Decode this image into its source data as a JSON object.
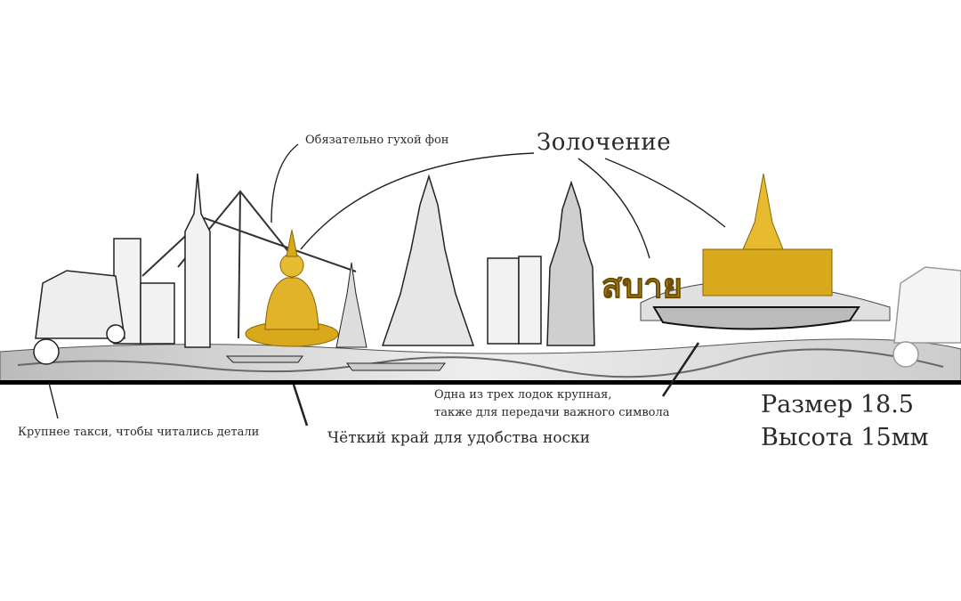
{
  "illustration": {
    "thai_lettering": "สบาย",
    "colors": {
      "gold": "#d9a91c",
      "gold_dark": "#a67a0a",
      "ink": "#1a1a1a",
      "shade": "#9a9a9a",
      "band": "#000000"
    }
  },
  "annotations": {
    "background_note": "Обязательно гухой фон",
    "gilding": "Золочение",
    "boat_note_line1": "Одна из трех лодок крупная,",
    "boat_note_line2": "также для передачи важного символа",
    "taxi_note": "Крупнее такси, чтобы читались детали",
    "edge_note": "Чёткий край для удобства носки",
    "size": "Размер 18.5",
    "height": "Высота 15мм"
  }
}
